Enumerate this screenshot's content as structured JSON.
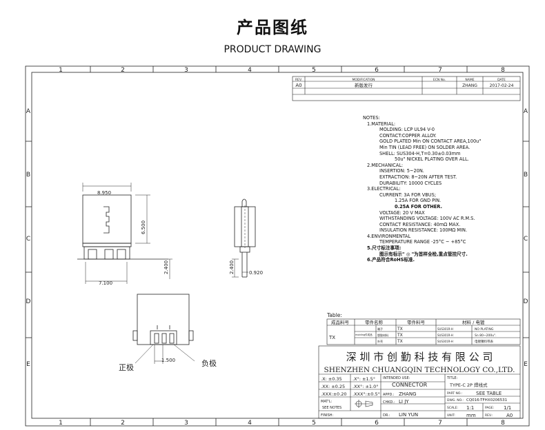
{
  "header": {
    "title_cn": "产品图纸",
    "title_en": "PRODUCT DRAWING"
  },
  "frame": {
    "columns": [
      "1",
      "2",
      "3",
      "4",
      "5",
      "6",
      "7",
      "8"
    ],
    "rows": [
      "A",
      "B",
      "C",
      "D",
      "E"
    ]
  },
  "revision": {
    "headers": {
      "rev": "REV.",
      "modification": "MODIFICATION",
      "ecn": "ECN No.",
      "name": "NAME",
      "date": "DATE"
    },
    "row": {
      "rev": "A0",
      "modification": "新版发行",
      "ecn": "",
      "name": "ZHANG",
      "date": "2017-02-24"
    }
  },
  "notes": {
    "heading": "NOTES:",
    "material": {
      "title": "1.MATERIAL:",
      "molding": "MOLDING: LCP UL94 V-0",
      "contact": "CONTACT:COPPER ALLOY.",
      "gold": "GOLD PLATED Min ON CONTACT AREA,100u\"",
      "tin": "Min TIN (LEAD FREE) ON SOLDER AREA.",
      "shell": "SHELL: SUS304-H,T=0.30±0.03mm",
      "nickel": "50u\" NICKEL PLATING OVER ALL."
    },
    "mechanical": {
      "title": "2.MECHANICAL:",
      "insertion": "INSERTION: 5~20N.",
      "extraction": "EXTRACTION: 8~20N AFTER TEST.",
      "durability": "DURABILITY: 10000 CYCLES"
    },
    "electrical": {
      "title": "3.ELECTRICAL:",
      "current": "CURRENT: 3A FOR VBUS;",
      "gnd": "1.25A FOR GND PIN.",
      "other": "0.25A FOR OTHER.",
      "voltage": "VOLTAGE: 20 V MAX",
      "withstanding": "WITHSTANDING VOLTAGE: 100V AC R.M.S.",
      "contact_resistance": "CONTACT RESISTANCE: 40mΩ MAX.",
      "insulation": "INSULATION RESISTANCE: 100MΩ MIN."
    },
    "environmental": {
      "title": "4.ENVIRONMENTAL",
      "temperature": "TEMPERATURE RANGE -25°C ~ +85°C"
    },
    "note5": "5.尺寸标注事项:",
    "note5_detail": "图示有标示\" ◎ \"为首样全检,重点管控尺寸.",
    "note6": "6.产品符合RoHS标准."
  },
  "dimensions": {
    "front_width": "8.950",
    "front_height": "6.500",
    "front_pin_height": "2.400",
    "front_pin_span": "7.100",
    "side_pin_height": "2.400",
    "side_pin_width": "0.920",
    "bottom_pitch": "1.500",
    "positive_label": "正极",
    "negative_label": "负极"
  },
  "bom": {
    "label": "Table:",
    "headers": [
      "成品料号",
      "零件名称",
      "零件料号",
      "材料 / 电镀"
    ],
    "product_no": "TX",
    "rows": [
      {
        "group": "molding件成品",
        "part": "端子",
        "part_no": "TX",
        "material": "SUS301R-H",
        "plating": "NO PLATING"
      },
      {
        "group": "",
        "part": "塑胶材料",
        "part_no": "TX",
        "material": "SUS301R-H",
        "plating": "Sn 80~200u\"."
      },
      {
        "group": "",
        "part": "外壳",
        "part_no": "TX",
        "material": "SUS301R-H",
        "plating": "电镀镍料带表"
      }
    ]
  },
  "title_block": {
    "company_cn": "深 圳 市 创 勤 科 技 有 限 公 司",
    "company_en": "SHENZHEN CHUANGQIN TECHNOLOGY CO.,LTD.",
    "tolerances": [
      [
        ".X:  ±0.35",
        ".X°:  ±1.5°"
      ],
      [
        ".XX: ±0.25",
        ".XX°: ±1.0°"
      ],
      [
        ".XXX:±0.20",
        ".XXX°:±0.5°"
      ]
    ],
    "intended_use_label": "INTENDED USE:",
    "intended_use": "CONNECTOR",
    "title_label": "TITLE:",
    "title": "TYPE-C 2P 焊线式",
    "mat_label": "MAT'L:",
    "mat_value": "SEE NOTES",
    "appd_label": "APPD.:",
    "appd": "ZHANG",
    "chkd_label": "CHKD.:",
    "chkd": "LI JY",
    "dr_label": "DR.:",
    "dr": "LIN YUN",
    "finish_label": "FINISH:",
    "part_no_label": "PART NO.:",
    "part_no": "SEE TABLE",
    "dwg_no_label": "DWG. NO.:",
    "dwg_no": "CQ016-TFHX0206531",
    "scale_label": "SCALE:",
    "scale": "1:1",
    "page_label": "PAGE:",
    "page": "1/1",
    "unit_label": "UNIT:",
    "unit": "mm",
    "rev_label": "REV.:",
    "rev": "A0"
  }
}
